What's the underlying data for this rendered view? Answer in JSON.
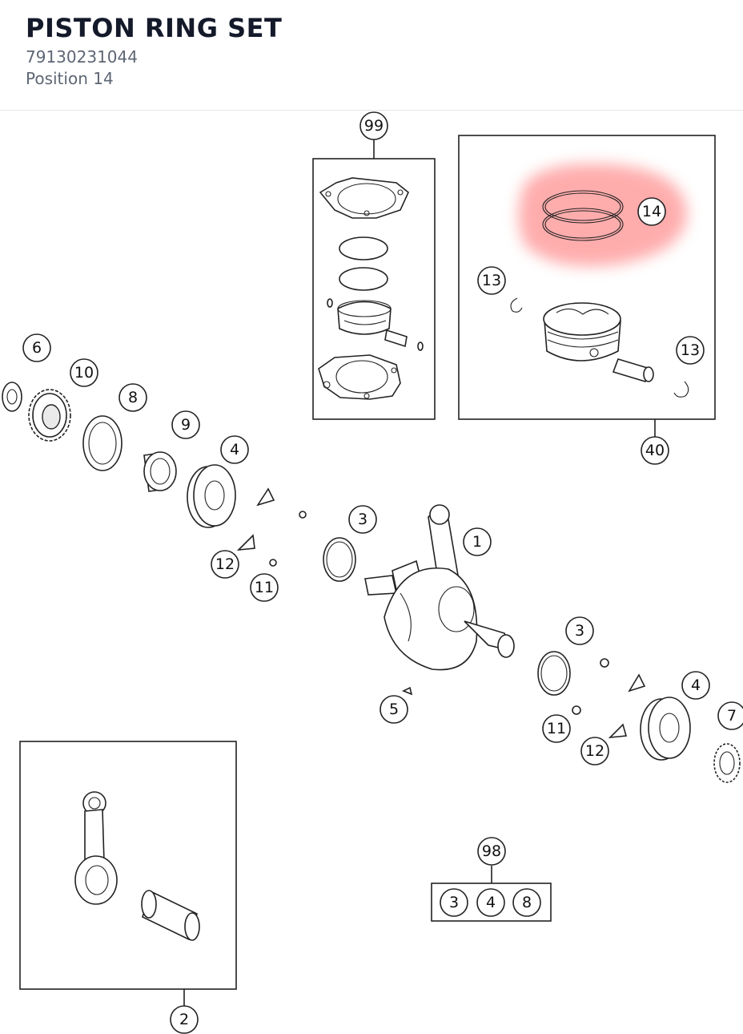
{
  "header": {
    "title": "PISTON RING SET",
    "part_number": "79130231044",
    "position": "Position 14"
  },
  "highlight": {
    "position_number": "14",
    "color": "#ff6b6b"
  },
  "callouts": {
    "c99": "99",
    "c14": "14",
    "c13a": "13",
    "c13b": "13",
    "c40": "40",
    "c6": "6",
    "c10": "10",
    "c8": "8",
    "c9": "9",
    "c4a": "4",
    "c3a": "3",
    "c1": "1",
    "c12a": "12",
    "c11a": "11",
    "c3b": "3",
    "c4b": "4",
    "c7": "7",
    "c5": "5",
    "c11b": "11",
    "c12b": "12",
    "c98": "98",
    "c98_3": "3",
    "c98_4": "4",
    "c98_8": "8",
    "c2": "2"
  }
}
